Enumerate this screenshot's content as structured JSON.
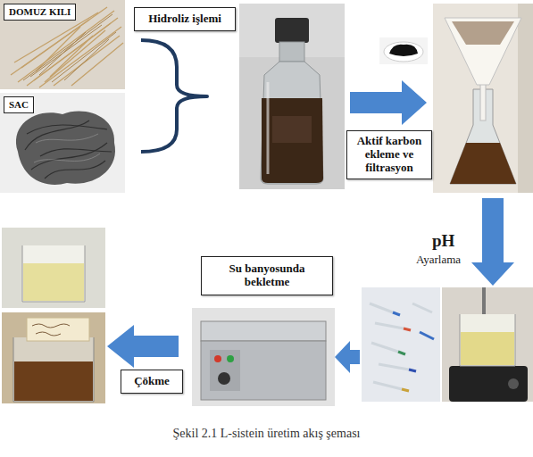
{
  "diagram": {
    "caption": "Şekil 2.1 L-sistein üretim akış şeması",
    "nodes": [
      {
        "text": [
          "DOMUZ KILI"
        ]
      },
      {
        "text": [
          "SAC"
        ]
      },
      {
        "text": [
          "Hidroliz işlemi"
        ]
      },
      {
        "text": [
          "Aktif karbon ekleme ve filtrasyon"
        ]
      },
      {
        "text": [
          "Su banyosunda bekletme"
        ]
      },
      {
        "text": [
          "Çökme"
        ]
      }
    ],
    "labels": [
      "pH",
      "Ayarlama"
    ]
  }
}
